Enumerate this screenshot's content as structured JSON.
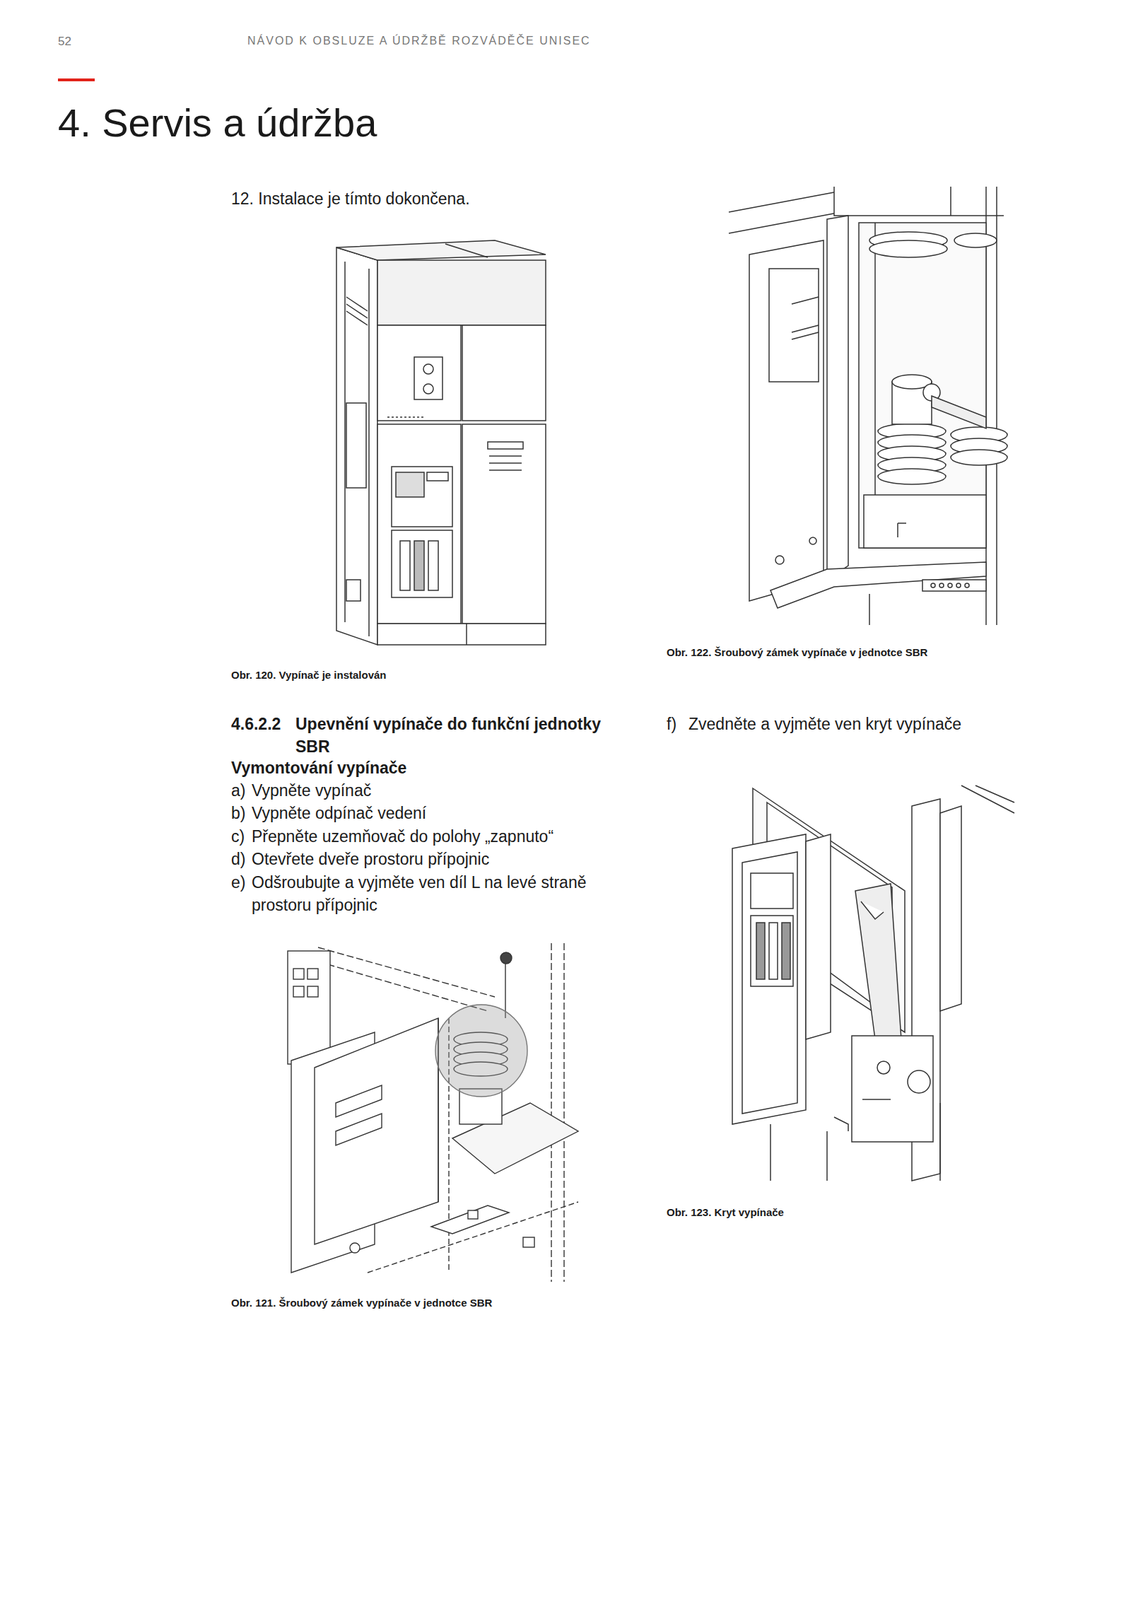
{
  "diagram": {
    "title": "4. Servis a údržba",
    "labels": [
      "52",
      "NÁVOD K OBSLUZE A ÚDRŽBĚ ROZVÁDĚČE UNISEC",
      "12. Instalace je tímto dokončena.",
      "Obr. 120. Vypínač je instalován",
      "Obr. 122. Šroubový zámek vypínače v jednotce SBR",
      "4.6.2.2",
      "Upevnění vypínače do funkční jednotky SBR",
      "Vymontování vypínače",
      "a)",
      "Vypněte vypínač",
      "b)",
      "Vypněte odpínač vedení",
      "c)",
      "Přepněte uzemňovač do polohy „zapnuto“",
      "d)",
      "Otevřete dveře prostoru přípojnic",
      "e)",
      "Odšroubujte a vyjměte ven díl L na levé straně prostoru přípojnic",
      "f)",
      "Zvedněte a vyjměte ven kryt vypínače",
      "Obr. 123. Kryt vypínače",
      "Obr. 121. Šroubový zámek vypínače v jednotce SBR"
    ]
  }
}
